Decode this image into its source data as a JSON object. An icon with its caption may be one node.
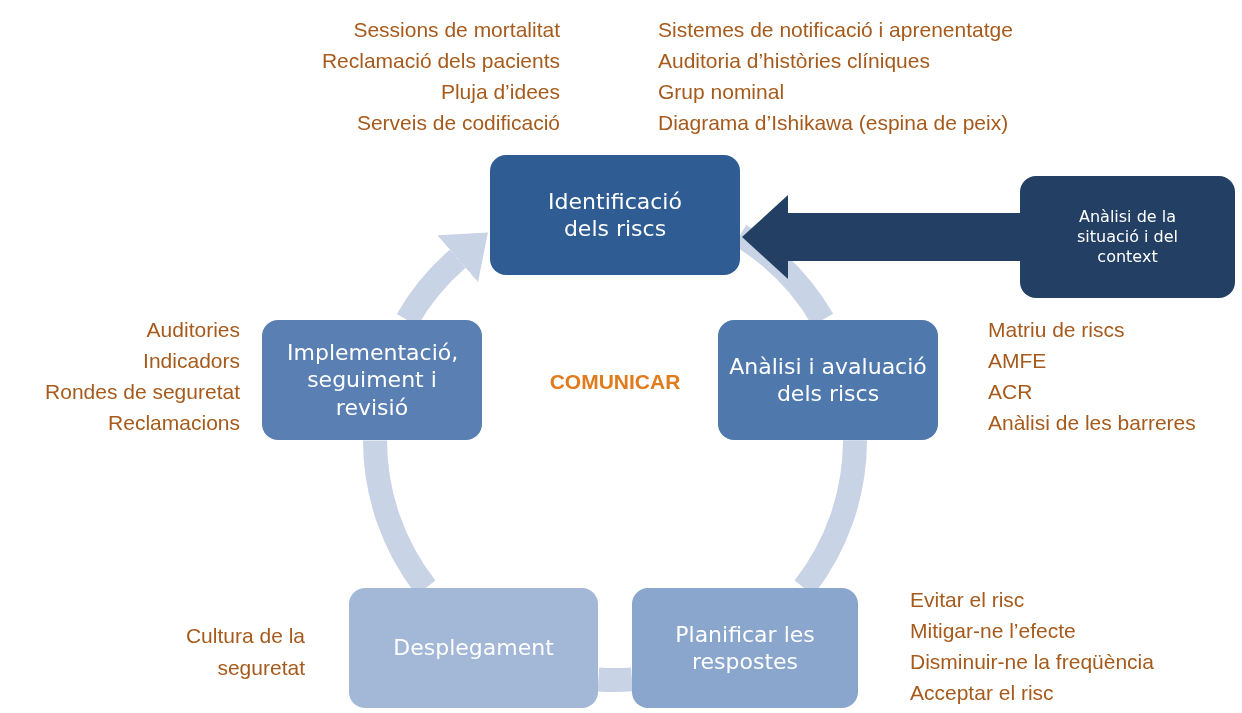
{
  "diagram": {
    "nodes": [
      {
        "text": [
          "Identificació dels riscs"
        ]
      },
      {
        "text": [
          "Anàlisi i avaluació dels riscs"
        ]
      },
      {
        "text": [
          "Planificar les respostes"
        ]
      },
      {
        "text": [
          "Desplegament"
        ]
      },
      {
        "text": [
          "Implementació, seguiment i revisió"
        ]
      },
      {
        "text": [
          "Anàlisi de la situació i del context"
        ]
      }
    ],
    "edges": [
      {
        "from": 0,
        "to": 1,
        "arrow": "none"
      },
      {
        "from": 1,
        "to": 2,
        "arrow": "none"
      },
      {
        "from": 2,
        "to": 3,
        "arrow": "none"
      },
      {
        "from": 3,
        "to": 4,
        "arrow": "none"
      },
      {
        "from": 4,
        "to": 0,
        "arrow": "to"
      },
      {
        "from": 5,
        "to": 0,
        "arrow": "to",
        "style": "thick",
        "color": "#233f63"
      }
    ],
    "labels": [
      "Sessions de mortalitat",
      "Reclamació dels pacients",
      "Pluja d’idees",
      "Serveis de codificació",
      "Sistemes de notificació i aprenentatge",
      "Auditoria d’històries clíniques",
      "Grup nominal",
      "Diagrama d’Ishikawa (espina de peix)",
      "Auditories",
      "Indicadors",
      "Rondes de seguretat",
      "Reclamacions",
      "COMUNICAR",
      "Matriu de riscs",
      "AMFE",
      "ACR",
      "Anàlisi de les barreres",
      "Cultura de la seguretat",
      "Evitar el risc",
      "Mitigar-ne l’efecte",
      "Disminuir-ne la freqüència",
      "Acceptar el risc"
    ]
  }
}
